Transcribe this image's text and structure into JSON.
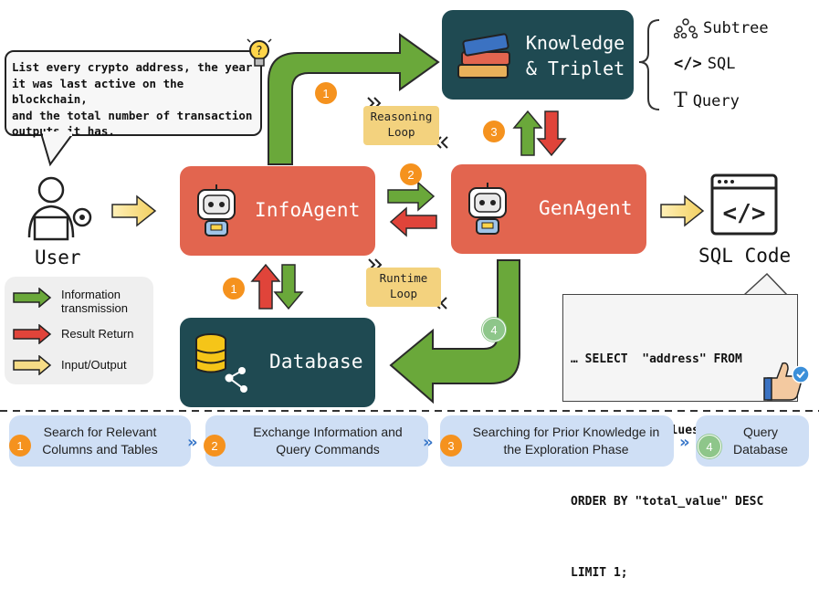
{
  "question_bubble": {
    "lines": [
      "List every crypto address, the year",
      "it was last active on the blockchain,",
      "and the total number of transaction",
      "outputs it has."
    ]
  },
  "nodes": {
    "info_agent": "InfoAgent",
    "gen_agent": "GenAgent",
    "database": "Database",
    "knowledge_line1": "Knowledge",
    "knowledge_line2": "& Triplet"
  },
  "user_label": "User",
  "sql_code_label": "SQL Code",
  "knowledge_items": [
    "Subtree",
    "SQL",
    "Query"
  ],
  "loops": {
    "reasoning": [
      "Reasoning",
      "Loop"
    ],
    "runtime": [
      "Runtime",
      "Loop"
    ]
  },
  "badges": {
    "one": "1",
    "two": "2",
    "three": "3",
    "four": "4"
  },
  "legend": {
    "info": "Information\ntransmission",
    "result": "Result Return",
    "io": "Input/Output"
  },
  "sql_lines": [
    "… SELECT  \"address\" FROM",
    "Transaction_Values",
    "ORDER BY \"total_value\" DESC",
    "LIMIT 1;"
  ],
  "steps": [
    {
      "num": "1",
      "text": "Search for Relevant\nColumns and Tables"
    },
    {
      "num": "2",
      "text": "Exchange Information and\nQuery Commands"
    },
    {
      "num": "3",
      "text": "Searching for Prior Knowledge in\nthe Exploration Phase"
    },
    {
      "num": "4",
      "text": "Query\nDatabase"
    }
  ],
  "colors": {
    "dark_node": "#1f4a52",
    "orange_node": "#e2654f",
    "green_arrow": "#6aa83a",
    "red_arrow": "#e0443a",
    "yellow_arrow": "#f6dc86",
    "badge_orange": "#f5921e",
    "badge_green": "#8ec68a",
    "step_fill": "#cfdff5"
  },
  "icons": [
    "lightbulb-icon",
    "user-laptop-icon",
    "robot-icon",
    "books-icon",
    "database-stack-icon",
    "code-window-icon",
    "thumbs-up-icon",
    "tree-icon",
    "code-brackets-icon",
    "text-t-icon"
  ]
}
